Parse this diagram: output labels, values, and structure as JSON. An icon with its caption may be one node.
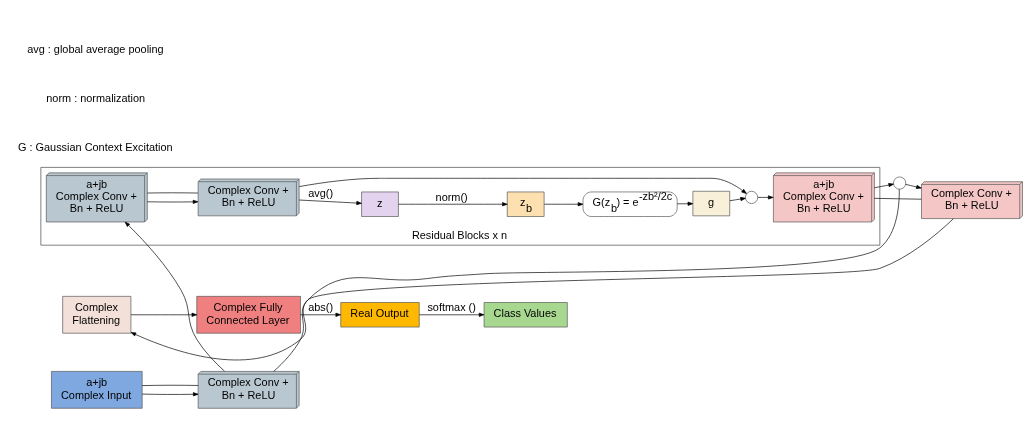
{
  "diagram": {
    "nodes": [
      {
        "text": [
          "Residual Blocks x n"
        ]
      },
      {
        "text": [
          "a+jb",
          "Complex Input"
        ]
      },
      {
        "text": [
          "Complex Conv + Bn + ReLU"
        ]
      },
      {
        "text": [
          "a+jb",
          "Complex Conv + Bn + ReLU"
        ],
        "in": 0
      },
      {
        "text": [
          "Complex Conv + Bn + ReLU"
        ],
        "in": 0
      },
      {
        "text": [
          "z"
        ],
        "in": 0
      },
      {
        "text": [
          "z$_{b}$"
        ],
        "in": 0
      },
      {
        "text": [
          "G(z$_{b}$) = e$^{-zb²/2c}$"
        ],
        "in": 0
      },
      {
        "text": [
          "g"
        ],
        "in": 0
      },
      {
        "text": [],
        "shape": "circle",
        "in": 0
      },
      {
        "text": [
          "a+jb",
          "Complex Conv + Bn + ReLU"
        ],
        "in": 0
      },
      {
        "text": [],
        "shape": "circle"
      },
      {
        "text": [
          "Complex Conv + Bn + ReLU"
        ]
      },
      {
        "text": [
          "Complex Flattening"
        ]
      },
      {
        "text": [
          "Complex Fully Connected Layer"
        ]
      },
      {
        "text": [
          "Real Output"
        ]
      },
      {
        "text": [
          "Class Values"
        ]
      }
    ],
    "edges": [
      {
        "from": 1,
        "to": 2,
        "arrow": "to"
      },
      {
        "from": 1,
        "to": 2,
        "arrow": "none"
      },
      {
        "from": 2,
        "to": 3,
        "arrow": "to"
      },
      {
        "from": 3,
        "to": 4,
        "arrow": "to"
      },
      {
        "from": 3,
        "to": 4,
        "arrow": "none"
      },
      {
        "from": 4,
        "to": 5,
        "arrow": "to",
        "label": "avg()"
      },
      {
        "from": 5,
        "to": 6,
        "arrow": "to",
        "label": "norm()"
      },
      {
        "from": 6,
        "to": 7,
        "arrow": "to"
      },
      {
        "from": 7,
        "to": 8,
        "arrow": "to"
      },
      {
        "from": 8,
        "to": 9,
        "arrow": "to"
      },
      {
        "from": 4,
        "to": 9,
        "arrow": "to"
      },
      {
        "from": 9,
        "to": 10,
        "arrow": "to"
      },
      {
        "from": 10,
        "to": 11,
        "arrow": "to"
      },
      {
        "from": 2,
        "to": 11,
        "arrow": "none"
      },
      {
        "from": 10,
        "to": 12,
        "arrow": "none"
      },
      {
        "from": 11,
        "to": 12,
        "arrow": "to"
      },
      {
        "from": 12,
        "to": 13,
        "arrow": "to"
      },
      {
        "from": 13,
        "to": 14,
        "arrow": "to"
      },
      {
        "from": 14,
        "to": 15,
        "arrow": "to",
        "label": "abs()"
      },
      {
        "from": 15,
        "to": 16,
        "arrow": "to",
        "label": "softmax ()"
      }
    ],
    "labels": [
      "avg : global average pooling",
      "norm : normalization",
      "G : Gaussian Context Excitation"
    ]
  }
}
